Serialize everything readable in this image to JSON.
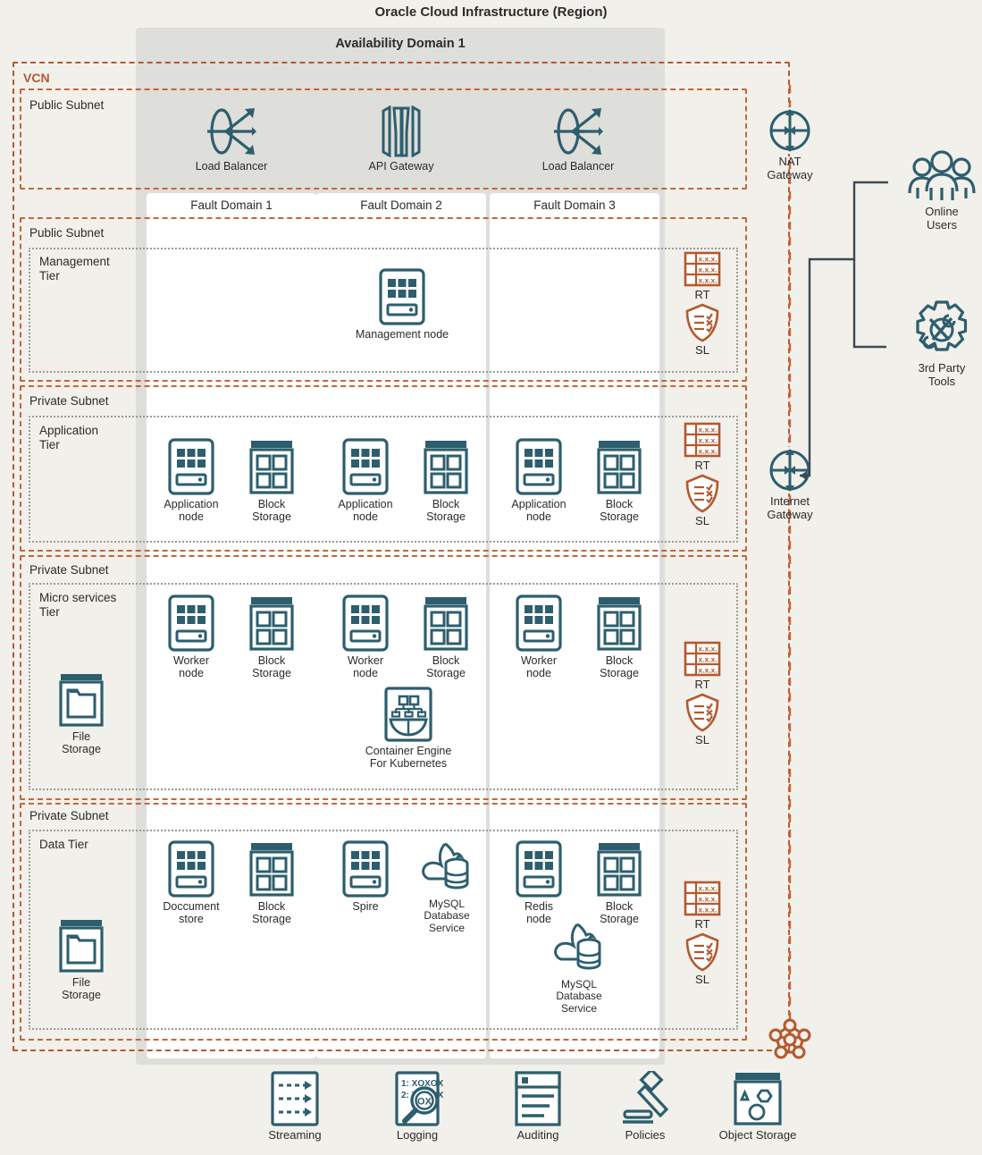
{
  "region": {
    "title": "Oracle Cloud Infrastructure (Region)"
  },
  "availability_domain": {
    "title": "Availability Domain 1"
  },
  "vcn": {
    "label": "VCN"
  },
  "fault_domains": [
    {
      "label": "Fault Domain 1"
    },
    {
      "label": "Fault Domain 2"
    },
    {
      "label": "Fault Domain 3"
    }
  ],
  "edge_nodes": [
    {
      "name": "load-balancer-1",
      "label": "Load Balancer",
      "icon": "load-balancer-icon"
    },
    {
      "name": "api-gateway",
      "label": "API Gateway",
      "icon": "api-gateway-icon"
    },
    {
      "name": "load-balancer-2",
      "label": "Load Balancer",
      "icon": "load-balancer-icon"
    }
  ],
  "subnets": [
    {
      "id": "public-subnet-edge",
      "label": "Public Subnet"
    },
    {
      "id": "public-subnet-mgmt",
      "label": "Public Subnet"
    },
    {
      "id": "private-subnet-app",
      "label": "Private Subnet"
    },
    {
      "id": "private-subnet-micro",
      "label": "Private Subnet"
    },
    {
      "id": "private-subnet-data",
      "label": "Private Subnet"
    }
  ],
  "tiers": [
    {
      "id": "management-tier",
      "label": "Management\nTier"
    },
    {
      "id": "application-tier",
      "label": "Application\nTier"
    },
    {
      "id": "microservices-tier",
      "label": "Micro services\nTier"
    },
    {
      "id": "data-tier",
      "label": "Data Tier"
    }
  ],
  "management_tier": {
    "nodes": [
      {
        "label": "Management node",
        "icon": "server-node-icon",
        "fd": 2
      }
    ]
  },
  "application_tier": {
    "nodes": [
      {
        "label": "Application\nnode",
        "icon": "server-node-icon",
        "fd": 1
      },
      {
        "label": "Block\nStorage",
        "icon": "block-storage-icon",
        "fd": 1
      },
      {
        "label": "Application\nnode",
        "icon": "server-node-icon",
        "fd": 2
      },
      {
        "label": "Block\nStorage",
        "icon": "block-storage-icon",
        "fd": 2
      },
      {
        "label": "Application\nnode",
        "icon": "server-node-icon",
        "fd": 3
      },
      {
        "label": "Block\nStorage",
        "icon": "block-storage-icon",
        "fd": 3
      }
    ]
  },
  "microservices_tier": {
    "file_storage": {
      "label": "File\nStorage",
      "icon": "file-storage-icon"
    },
    "nodes": [
      {
        "label": "Worker\nnode",
        "icon": "server-node-icon",
        "fd": 1
      },
      {
        "label": "Block\nStorage",
        "icon": "block-storage-icon",
        "fd": 1
      },
      {
        "label": "Worker\nnode",
        "icon": "server-node-icon",
        "fd": 2
      },
      {
        "label": "Block\nStorage",
        "icon": "block-storage-icon",
        "fd": 2
      },
      {
        "label": "Worker\nnode",
        "icon": "server-node-icon",
        "fd": 3
      },
      {
        "label": "Block\nStorage",
        "icon": "block-storage-icon",
        "fd": 3
      },
      {
        "label": "Container Engine\nFor Kubernetes",
        "icon": "kubernetes-icon",
        "fd": 2
      }
    ]
  },
  "data_tier": {
    "file_storage": {
      "label": "File\nStorage",
      "icon": "file-storage-icon"
    },
    "nodes": [
      {
        "label": "Doccument\nstore",
        "icon": "server-node-icon",
        "fd": 1
      },
      {
        "label": "Block\nStorage",
        "icon": "block-storage-icon",
        "fd": 1
      },
      {
        "label": "Spire",
        "icon": "server-node-icon",
        "fd": 2
      },
      {
        "label": "MySQL\nDatabase\nService",
        "icon": "mysql-icon",
        "fd": 2
      },
      {
        "label": "Redis\nnode",
        "icon": "server-node-icon",
        "fd": 3
      },
      {
        "label": "Block\nStorage",
        "icon": "block-storage-icon",
        "fd": 3
      },
      {
        "label": "MySQL\nDatabase\nService",
        "icon": "mysql-icon",
        "fd": 3
      }
    ]
  },
  "route_security": [
    {
      "id": "rs-mgmt",
      "rt_label": "RT",
      "sl_label": "SL"
    },
    {
      "id": "rs-app",
      "rt_label": "RT",
      "sl_label": "SL"
    },
    {
      "id": "rs-micro",
      "rt_label": "RT",
      "sl_label": "SL"
    },
    {
      "id": "rs-data",
      "rt_label": "RT",
      "sl_label": "SL"
    }
  ],
  "gateways": [
    {
      "id": "nat-gateway",
      "label": "NAT\nGateway",
      "icon": "nat-gateway-icon"
    },
    {
      "id": "internet-gateway",
      "label": "Internet\nGateway",
      "icon": "internet-gateway-icon"
    },
    {
      "id": "service-gateway",
      "label": "",
      "icon": "service-gateway-icon"
    }
  ],
  "external": [
    {
      "id": "online-users",
      "label": "Online\nUsers",
      "icon": "online-users-icon"
    },
    {
      "id": "third-party",
      "label": "3rd Party\nTools",
      "icon": "third-party-tools-icon"
    }
  ],
  "services": [
    {
      "id": "streaming",
      "label": "Streaming",
      "icon": "streaming-icon"
    },
    {
      "id": "logging",
      "label": "Logging",
      "icon": "logging-icon"
    },
    {
      "id": "auditing",
      "label": "Auditing",
      "icon": "auditing-icon"
    },
    {
      "id": "policies",
      "label": "Policies",
      "icon": "policies-icon"
    },
    {
      "id": "object-storage",
      "label": "Object Storage",
      "icon": "object-storage-icon"
    }
  ],
  "colors": {
    "teal": "#2d5e6e",
    "orange": "#b4592e",
    "subnet_dash": "#c4663a",
    "background": "#f2f0eb",
    "ad_background": "#dededa",
    "fd_background": "#ffffff",
    "tier_dot": "#9b9b96",
    "connector": "#3c4a52"
  }
}
